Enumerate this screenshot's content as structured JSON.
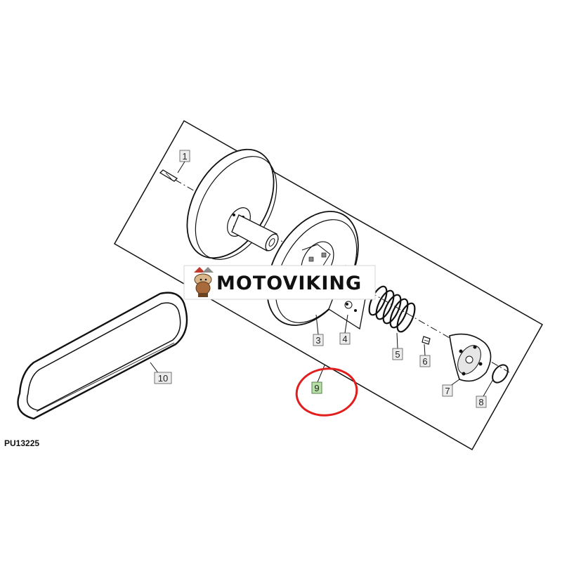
{
  "diagram": {
    "drawing_code": "PU13225",
    "watermark": {
      "text": "MOTOVIKING"
    },
    "callouts": [
      {
        "id": "1",
        "label": "1"
      },
      {
        "id": "3",
        "label": "3"
      },
      {
        "id": "4",
        "label": "4"
      },
      {
        "id": "5",
        "label": "5"
      },
      {
        "id": "6",
        "label": "6"
      },
      {
        "id": "7",
        "label": "7"
      },
      {
        "id": "8",
        "label": "8"
      },
      {
        "id": "9",
        "label": "9",
        "highlighted": true
      },
      {
        "id": "10",
        "label": "10"
      }
    ],
    "colors": {
      "line": "#111111",
      "callout_box": "#ececec",
      "callout_highlight": "#b9e0a6",
      "highlight_ring": "#e11d1d",
      "mascot_accent": "#c0392b"
    }
  }
}
